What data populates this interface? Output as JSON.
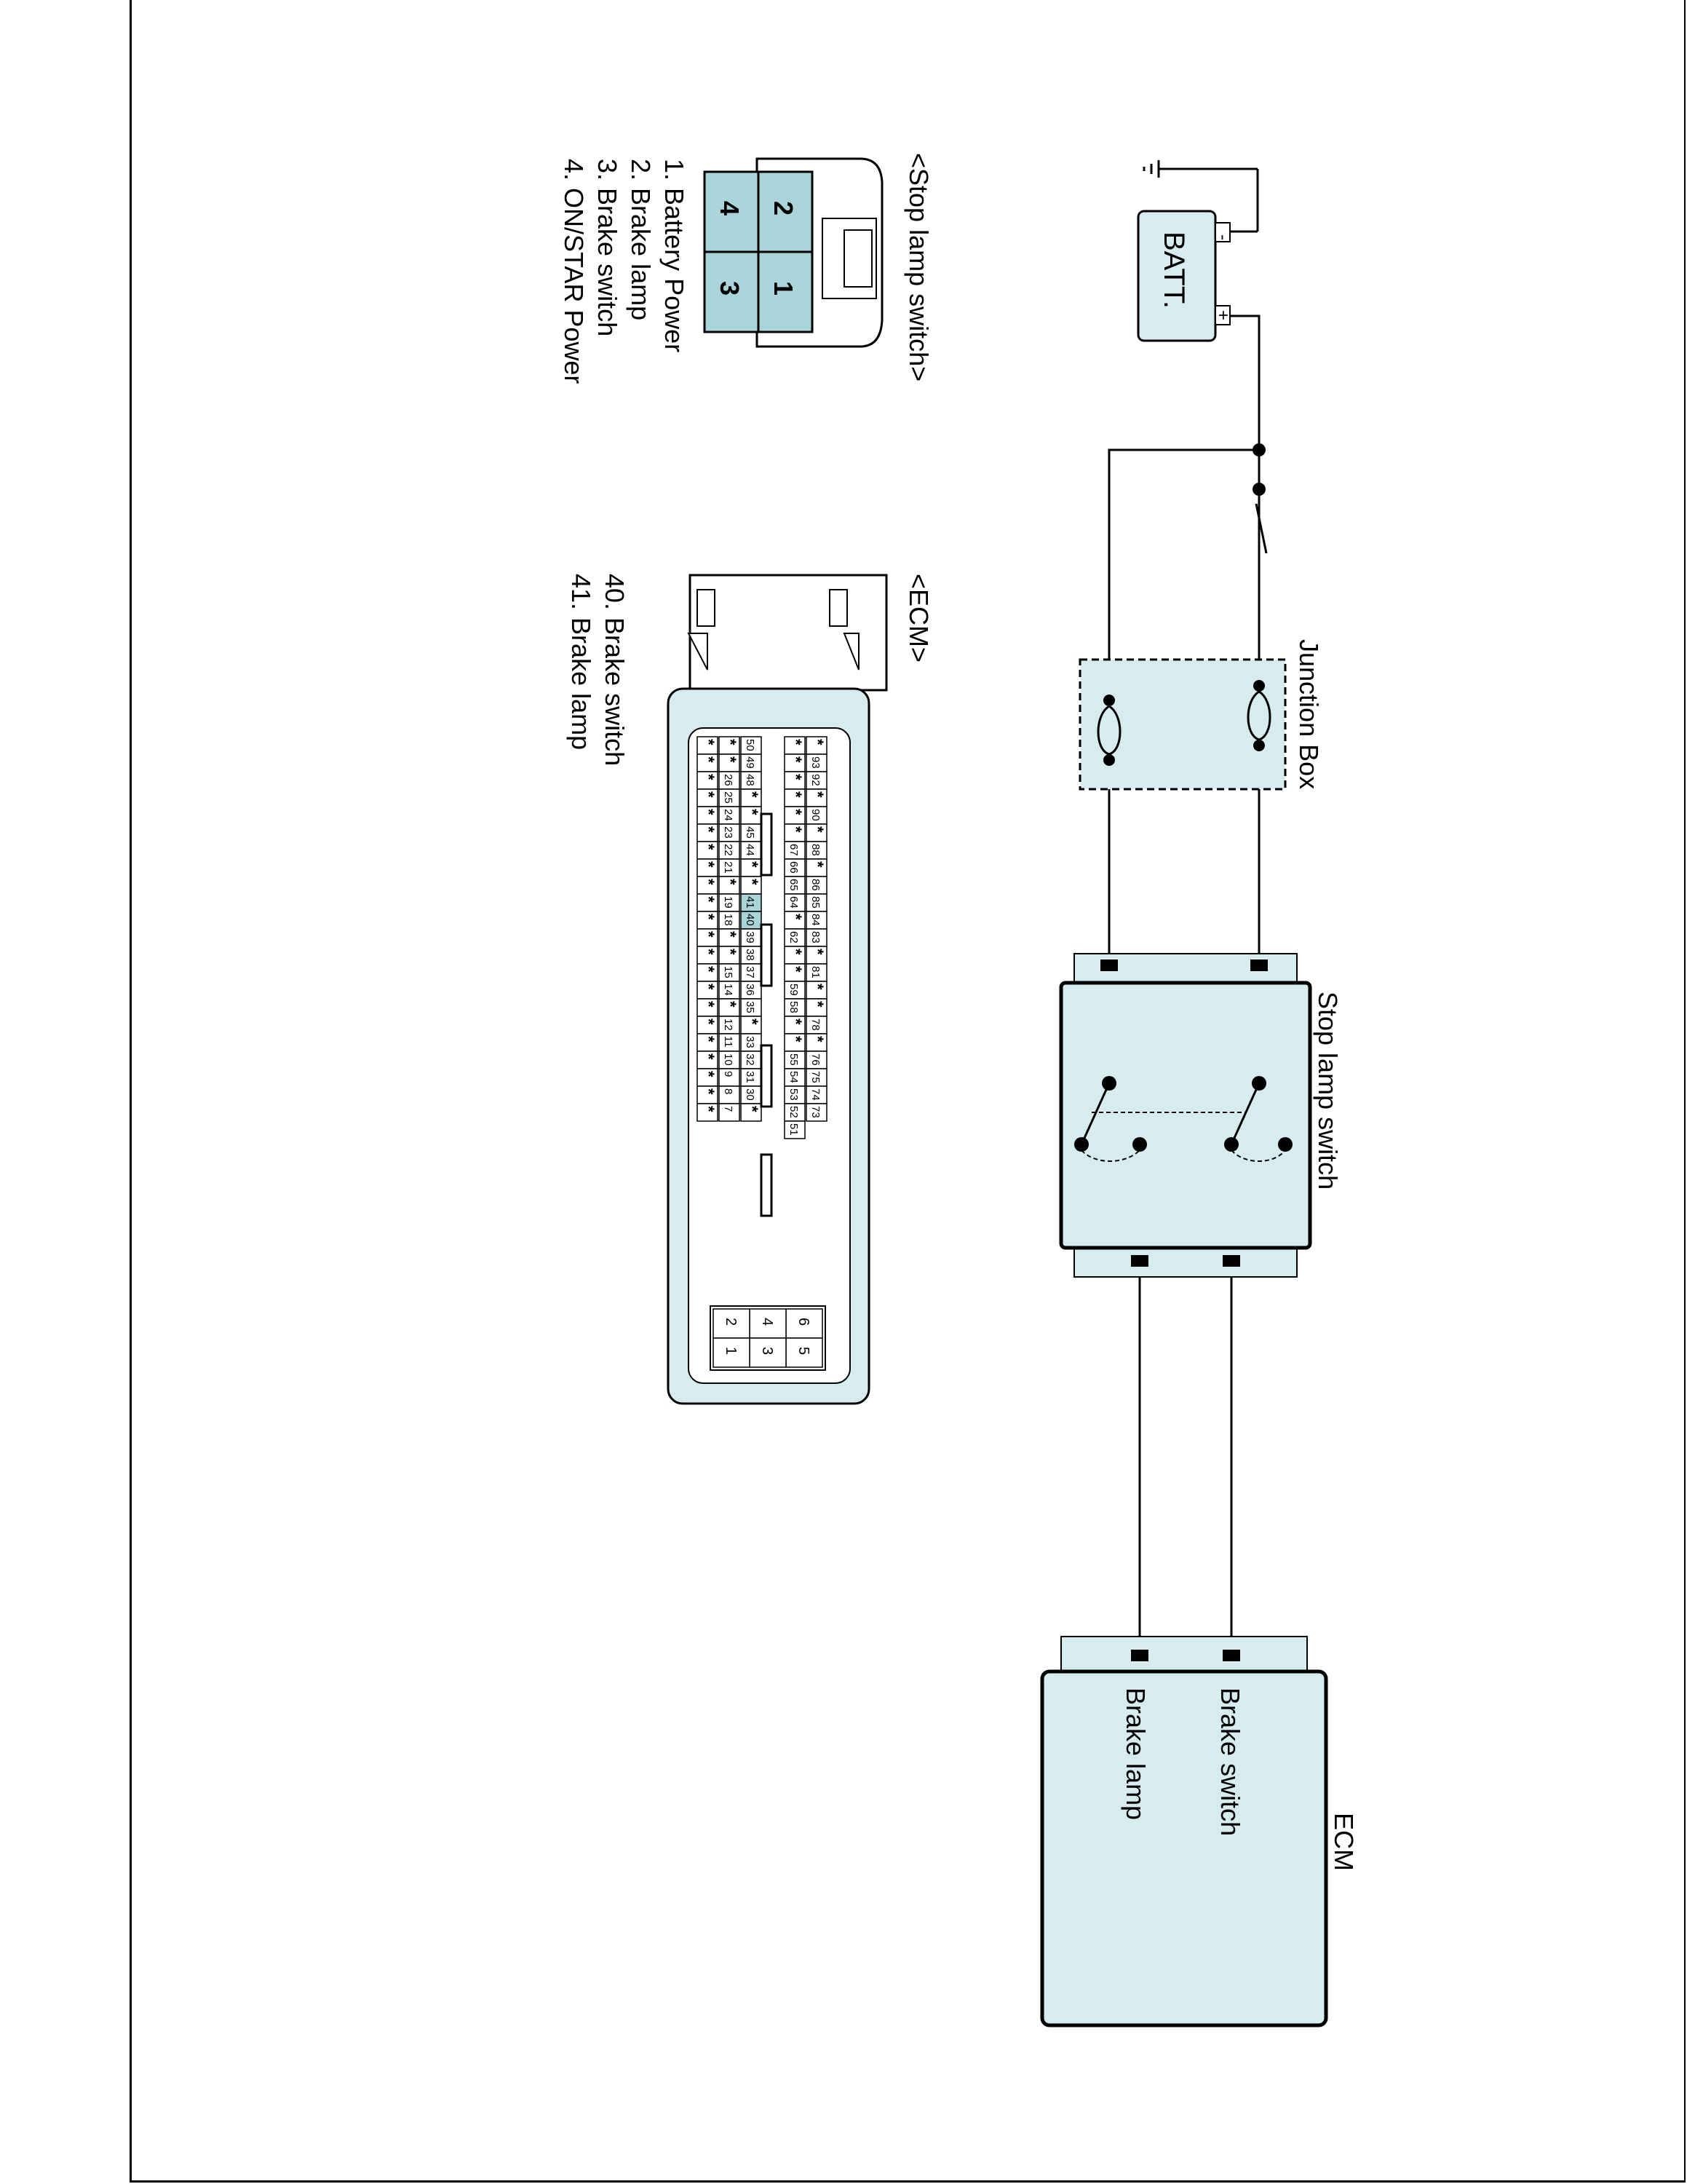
{
  "components": {
    "battery": {
      "label": "BATT.",
      "pos": "+",
      "neg": "-"
    },
    "junction_box": {
      "label": "Junction Box"
    },
    "stop_lamp_switch": {
      "label": "Stop lamp switch"
    },
    "ecm": {
      "label": "ECM",
      "pin_brake_switch": "Brake switch",
      "pin_brake_lamp": "Brake lamp"
    }
  },
  "stop_lamp_connector": {
    "title": "<Stop lamp switch>",
    "pins": [
      "2",
      "1",
      "4",
      "3"
    ],
    "legend": [
      "1. Battery Power",
      "2. Brake lamp",
      "3. Brake switch",
      "4. ON/STAR Power"
    ]
  },
  "ecm_connector": {
    "title": "<ECM>",
    "legend": [
      "40. Brake switch",
      "41. Brake lamp"
    ],
    "highlight": [
      "40",
      "41"
    ],
    "rows": [
      [
        "*",
        "93",
        "92",
        "*",
        "90",
        "*",
        "88",
        "*",
        "86",
        "85",
        "84",
        "83",
        "*",
        "81",
        "*",
        "*",
        "78",
        "*",
        "76",
        "75",
        "74",
        "73"
      ],
      [
        "*",
        "*",
        "*",
        "*",
        "*",
        "*",
        "67",
        "66",
        "65",
        "64",
        "*",
        "62",
        "*",
        "*",
        "59",
        "58",
        "*",
        "*",
        "55",
        "54",
        "53",
        "52",
        "51"
      ],
      [
        "50",
        "49",
        "48",
        "*",
        "*",
        "45",
        "44",
        "*",
        "*",
        "41",
        "40",
        "39",
        "38",
        "37",
        "36",
        "35",
        "*",
        "33",
        "32",
        "31",
        "30",
        "*"
      ],
      [
        "*",
        "*",
        "26",
        "25",
        "24",
        "23",
        "22",
        "21",
        "*",
        "19",
        "18",
        "*",
        "*",
        "15",
        "14",
        "*",
        "12",
        "11",
        "10",
        "9",
        "8",
        "7"
      ],
      [
        "*",
        "*",
        "*",
        "*",
        "*",
        "*",
        "*",
        "*",
        "*",
        "*",
        "*",
        "*",
        "*",
        "*",
        "*",
        "*",
        "*",
        "*",
        "*",
        "*",
        "*",
        "*"
      ]
    ],
    "aux_pins": [
      "6",
      "5",
      "4",
      "3",
      "2",
      "1"
    ]
  },
  "colors": {
    "fill": "#d6ecee",
    "pin_highlight": "#a9d4da",
    "line": "#000000"
  }
}
